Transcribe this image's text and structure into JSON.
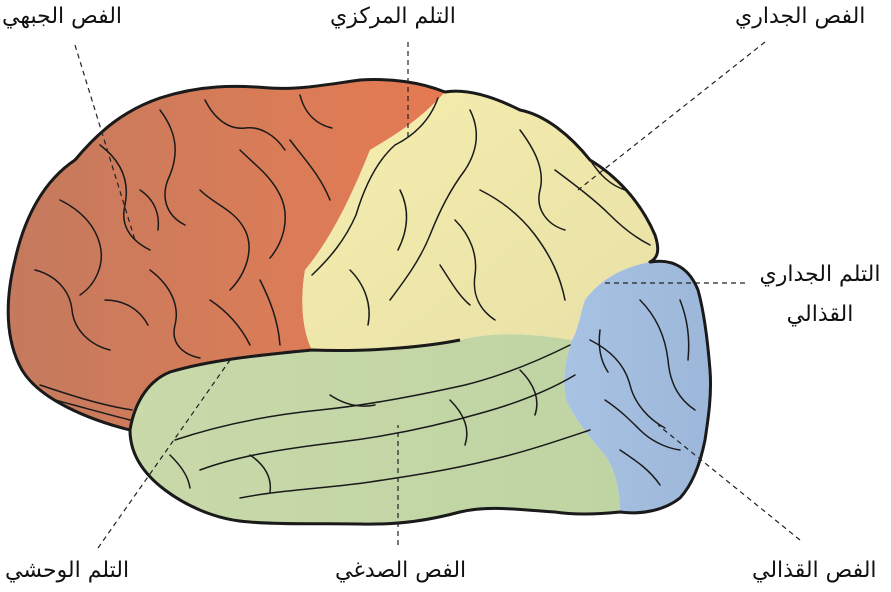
{
  "labels": {
    "frontal_lobe": "الفص الجبهي",
    "central_sulcus": "التلم المركزي",
    "parietal_lobe": "الفص الجداري",
    "parieto_occipital_sulcus_line1": "التلم الجداري",
    "parieto_occipital_sulcus_line2": "القذالي",
    "lateral_sulcus": "التلم الوحشي",
    "temporal_lobe": "الفص الصدغي",
    "occipital_lobe": "الفص القذالي"
  },
  "colors": {
    "frontal": "#c97a5c",
    "central_strip": "#e47a52",
    "parietal": "#efe8a8",
    "temporal": "#c9d9a9",
    "occipital": "#a5bedf",
    "outline": "#1a1a1a"
  }
}
